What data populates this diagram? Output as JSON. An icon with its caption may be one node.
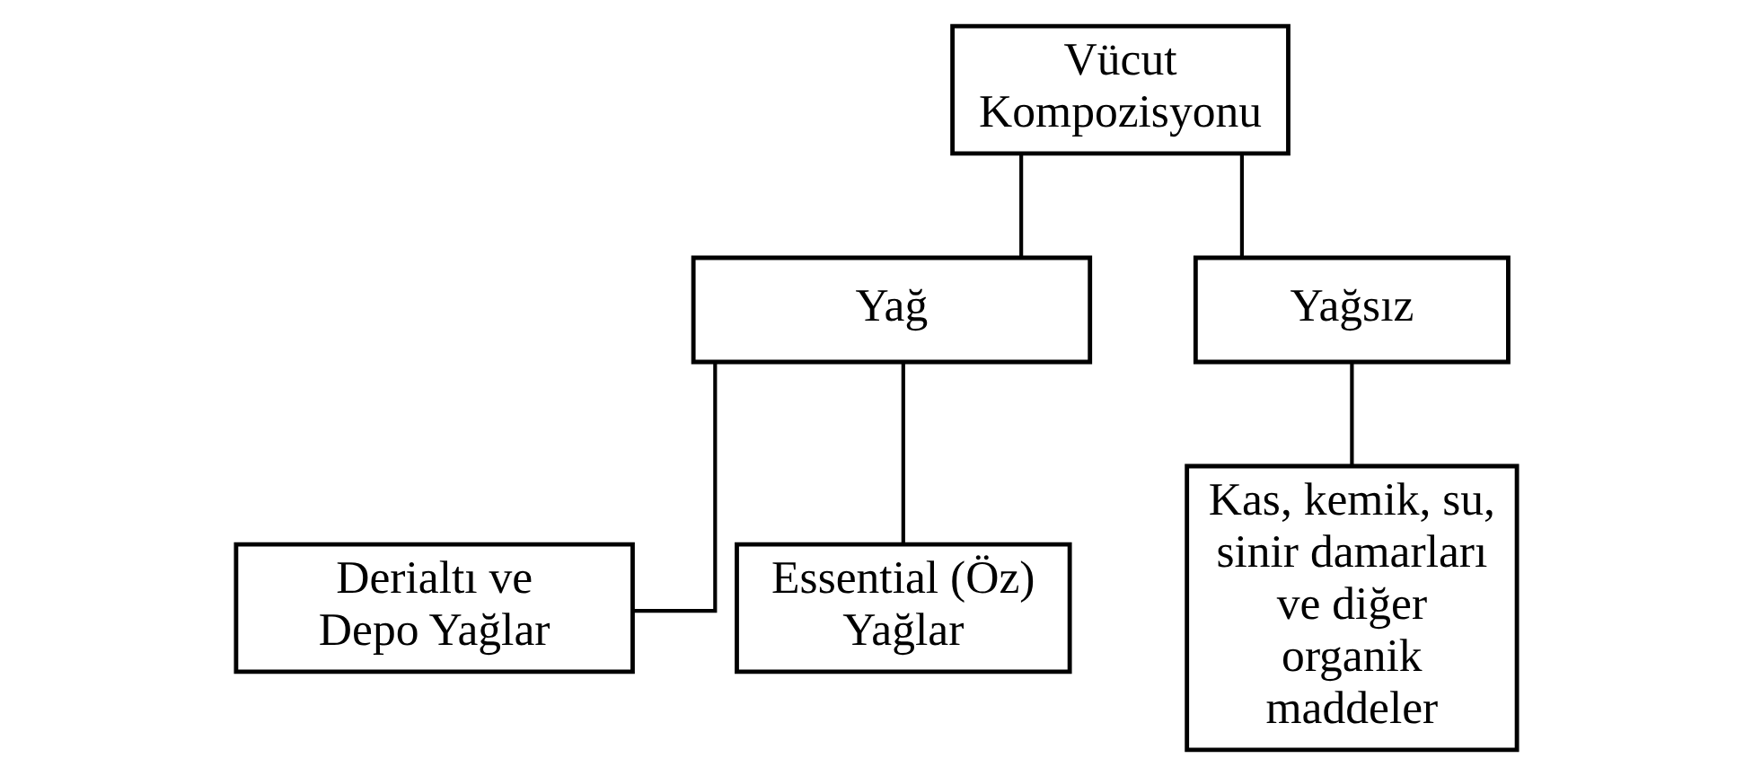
{
  "diagram": {
    "nodes": [
      {
        "text": [
          "Vücut Kompozisyonu"
        ]
      },
      {
        "text": [
          "Yağ"
        ]
      },
      {
        "text": [
          "Yağsız"
        ]
      },
      {
        "text": [
          "Derialtı ve Depo Yağlar"
        ]
      },
      {
        "text": [
          "Essential (Öz) Yağlar"
        ]
      },
      {
        "text": [
          "Kas, kemik, su, sinir damarları ve diğer organik maddeler"
        ]
      }
    ],
    "edges": [
      {
        "from": 0,
        "to": 1,
        "arrow": "none"
      },
      {
        "from": 0,
        "to": 2,
        "arrow": "none"
      },
      {
        "from": 1,
        "to": 3,
        "arrow": "none"
      },
      {
        "from": 1,
        "to": 4,
        "arrow": "none"
      },
      {
        "from": 2,
        "to": 5,
        "arrow": "none"
      }
    ]
  }
}
